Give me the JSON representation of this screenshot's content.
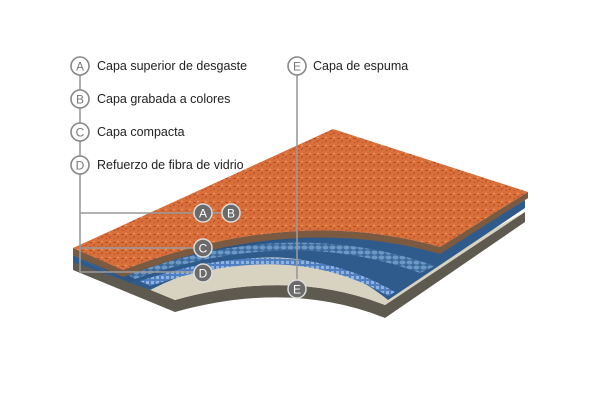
{
  "legend": [
    {
      "letter": "A",
      "label": "Capa superior de desgaste"
    },
    {
      "letter": "B",
      "label": "Capa grabada a colores"
    },
    {
      "letter": "C",
      "label": "Capa compacta"
    },
    {
      "letter": "D",
      "label": "Refuerzo de fibra de vidrio"
    },
    {
      "letter": "E",
      "label": "Capa de espuma"
    }
  ],
  "colors": {
    "surface": "#d9703a",
    "blue": "#3d6ea8",
    "base": "#d8d2c0",
    "edge": "#7a5a40",
    "line": "#999999",
    "marker": "#6b6b6b"
  }
}
